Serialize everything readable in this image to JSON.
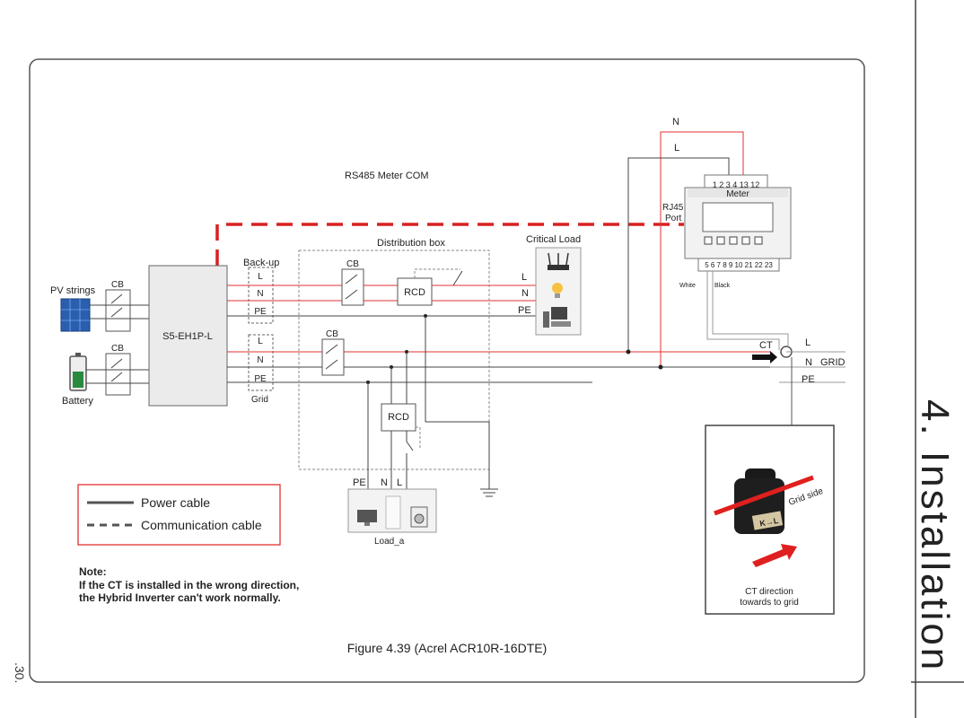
{
  "labels": {
    "rs485": "RS485   Meter COM",
    "distribution_box": "Distribution box",
    "critical_load": "Critical Load",
    "backup": "Back-up",
    "grid_port": "Grid",
    "pv_strings": "PV strings",
    "battery": "Battery",
    "cb": "CB",
    "inverter": "S5-EH1P-L",
    "rcd": "RCD",
    "L": "L",
    "N": "N",
    "PE": "PE",
    "GRID": "GRID",
    "CT": "CT",
    "rj45_line1": "RJ45",
    "rj45_line2": "Port",
    "meter": "Meter",
    "meter_top_terminals": "1  2  3  4 13 12",
    "meter_bottom_terminals": "5  6  7  8  9 10 21 22 23",
    "white": "White",
    "black": "Black",
    "load_a": "Load_a",
    "grid_side": "Grid side",
    "ct_marker": "K→L",
    "ct_direction_line1": "CT direction",
    "ct_direction_line2": "towards to grid"
  },
  "legend": {
    "power": "Power cable",
    "comm": "Communication cable"
  },
  "note": {
    "title": "Note:",
    "line1": "If the CT is installed in the wrong direction,",
    "line2": "the Hybrid Inverter can't work normally."
  },
  "caption": "Figure 4.39 (Acrel ACR10R-16DTE)",
  "side_title": "4. Installation",
  "page_number": ".30.",
  "colors": {
    "red": "#e03030",
    "dashed_red": "#d92020",
    "note_red": "#e02020",
    "line": "#444444",
    "gray": "#999999"
  }
}
